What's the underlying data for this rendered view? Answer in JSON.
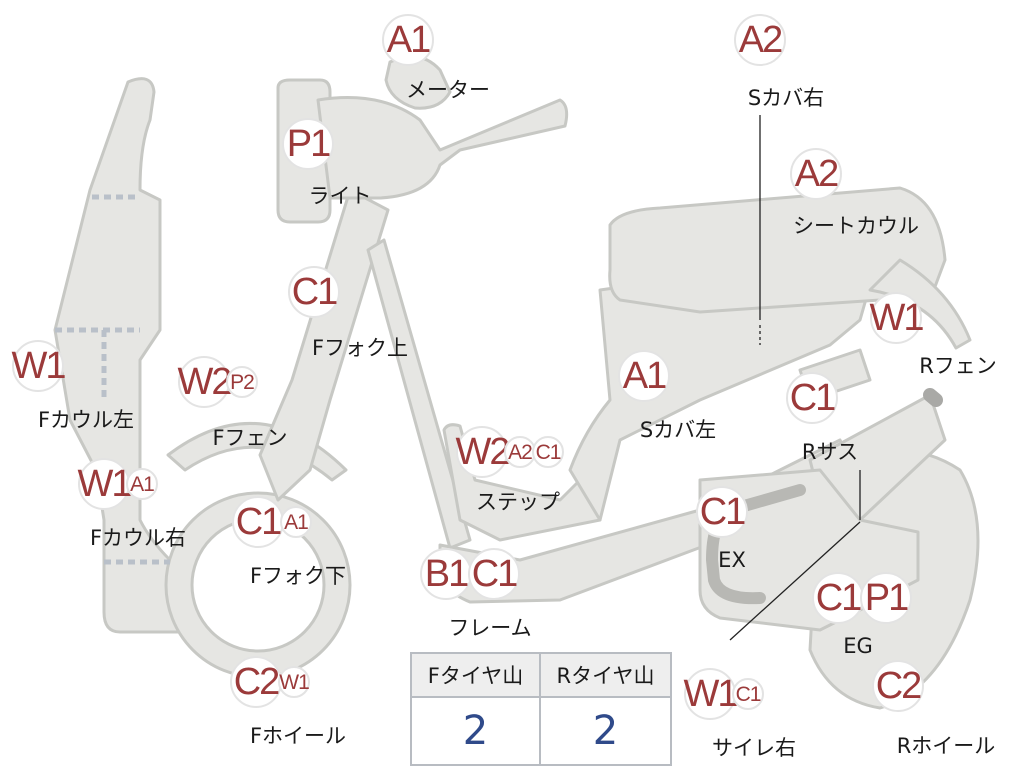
{
  "colors": {
    "body_fill": "#e6e6e3",
    "body_stroke": "#c7c8c4",
    "badge_text": "#9b3a3a",
    "table_value": "#2f4a8a"
  },
  "markers": [
    {
      "id": "meter",
      "codes": [
        "A1"
      ],
      "label": "メーター"
    },
    {
      "id": "s-cover-r",
      "codes": [
        "A2"
      ],
      "label": "Sカバ右"
    },
    {
      "id": "light",
      "codes": [
        "P1"
      ],
      "label": "ライト"
    },
    {
      "id": "seat-cowl",
      "codes": [
        "A2"
      ],
      "label": "シートカウル"
    },
    {
      "id": "f-fork-up",
      "codes": [
        "C1"
      ],
      "label": "Fフォク上"
    },
    {
      "id": "r-fender",
      "codes": [
        "W1"
      ],
      "label": "Rフェン"
    },
    {
      "id": "f-cowl-l",
      "codes": [
        "W1"
      ],
      "label": "Fカウル左"
    },
    {
      "id": "f-fender",
      "codes": [
        "W2",
        "P2"
      ],
      "label": "Fフェン"
    },
    {
      "id": "s-cover-l",
      "codes": [
        "A1"
      ],
      "label": "Sカバ左"
    },
    {
      "id": "r-sus",
      "codes": [
        "C1"
      ],
      "label": "Rサス"
    },
    {
      "id": "step",
      "codes": [
        "W2",
        "A2",
        "C1"
      ],
      "label": "ステップ"
    },
    {
      "id": "f-cowl-r",
      "codes": [
        "W1",
        "A1"
      ],
      "label": "Fカウル右"
    },
    {
      "id": "f-fork-low",
      "codes": [
        "C1",
        "A1"
      ],
      "label": "Fフォク下"
    },
    {
      "id": "ex",
      "codes": [
        "C1"
      ],
      "label": "EX"
    },
    {
      "id": "frame",
      "codes": [
        "B1",
        "C1"
      ],
      "label": "フレーム"
    },
    {
      "id": "eg",
      "codes": [
        "C1",
        "P1"
      ],
      "label": "EG"
    },
    {
      "id": "f-wheel",
      "codes": [
        "C2",
        "W1"
      ],
      "label": "Fホイール"
    },
    {
      "id": "muffler-r",
      "codes": [
        "W1",
        "C1"
      ],
      "label": "サイレ右"
    },
    {
      "id": "r-wheel",
      "codes": [
        "C2"
      ],
      "label": "Rホイール"
    }
  ],
  "tire_table": {
    "headers": [
      "Fタイヤ山",
      "Rタイヤ山"
    ],
    "values": [
      "2",
      "2"
    ]
  }
}
